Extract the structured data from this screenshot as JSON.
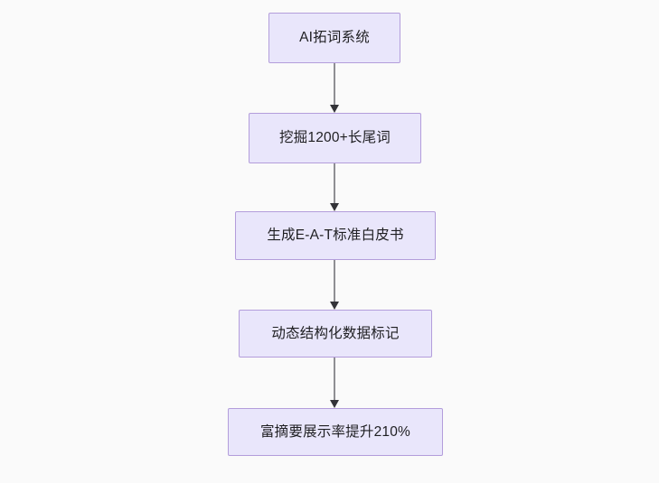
{
  "diagram": {
    "type": "flowchart",
    "direction": "top-to-bottom",
    "background_color": "#fafafa",
    "node_fill_color": "#e9e6fb",
    "node_border_color": "#b39ddb",
    "connector_line_color": "#8f8f94",
    "connector_arrow_color": "#333338",
    "nodes": [
      {
        "id": "node-1",
        "label": "AI拓词系统"
      },
      {
        "id": "node-2",
        "label": "挖掘1200+长尾词"
      },
      {
        "id": "node-3",
        "label": "生成E-A-T标准白皮书"
      },
      {
        "id": "node-4",
        "label": "动态结构化数据标记"
      },
      {
        "id": "node-5",
        "label": "富摘要展示率提升210%"
      }
    ],
    "edges": [
      {
        "id": "conn-1",
        "from": "node-1",
        "to": "node-2",
        "arrow": "arrow-down-icon"
      },
      {
        "id": "conn-2",
        "from": "node-2",
        "to": "node-3",
        "arrow": "arrow-down-icon"
      },
      {
        "id": "conn-3",
        "from": "node-3",
        "to": "node-4",
        "arrow": "arrow-down-icon"
      },
      {
        "id": "conn-4",
        "from": "node-4",
        "to": "node-5",
        "arrow": "arrow-down-icon"
      }
    ]
  }
}
